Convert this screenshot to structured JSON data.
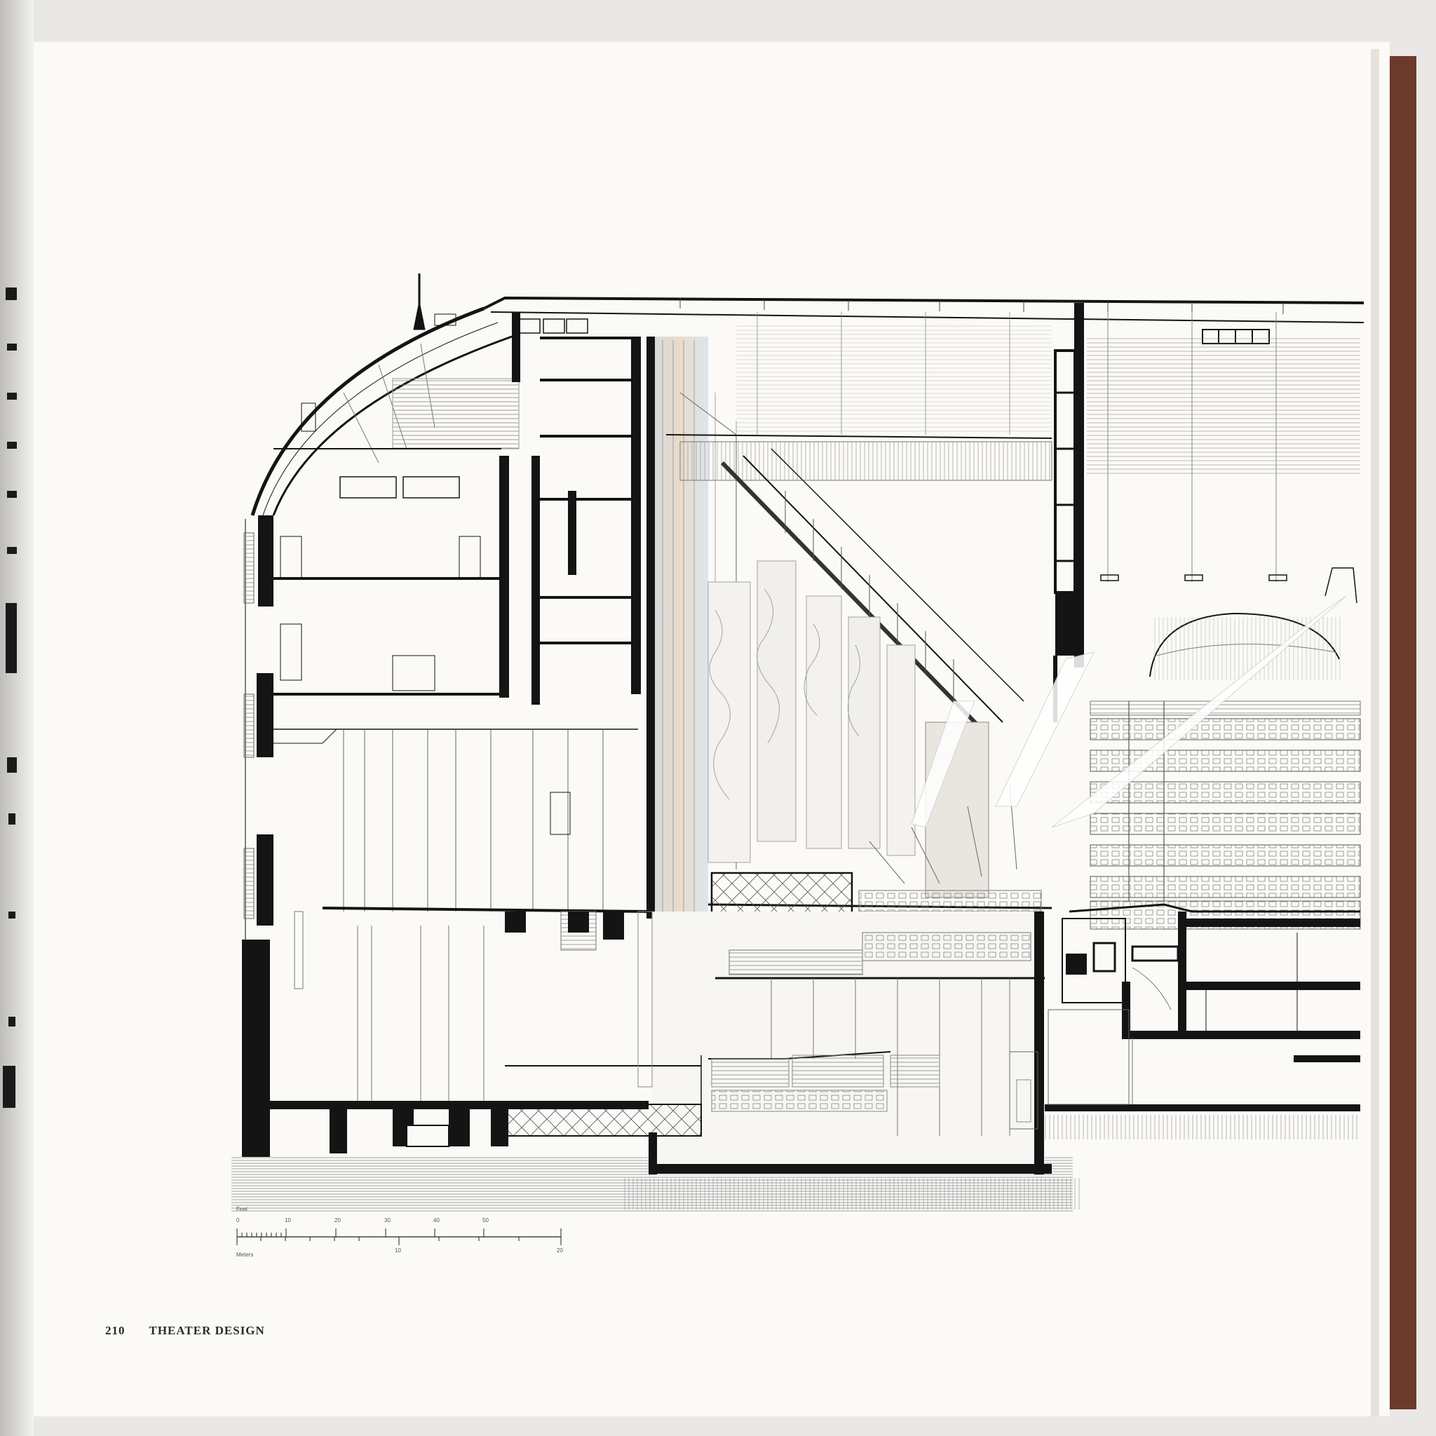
{
  "page": {
    "number": "210",
    "running_title": "THEATER DESIGN"
  },
  "scale_bar": {
    "feet_label": "Feet",
    "feet_ticks": [
      "0",
      "10",
      "20",
      "30",
      "40",
      "50"
    ],
    "meters_label": "Meters",
    "meters_ticks": [
      "10",
      "20"
    ]
  },
  "colors": {
    "page": "#fbfaf7",
    "ink": "#141414",
    "cover_edge": "#6b3a2a",
    "wash_blue": "#a9bfd6",
    "wash_tan": "#d8b48f"
  }
}
